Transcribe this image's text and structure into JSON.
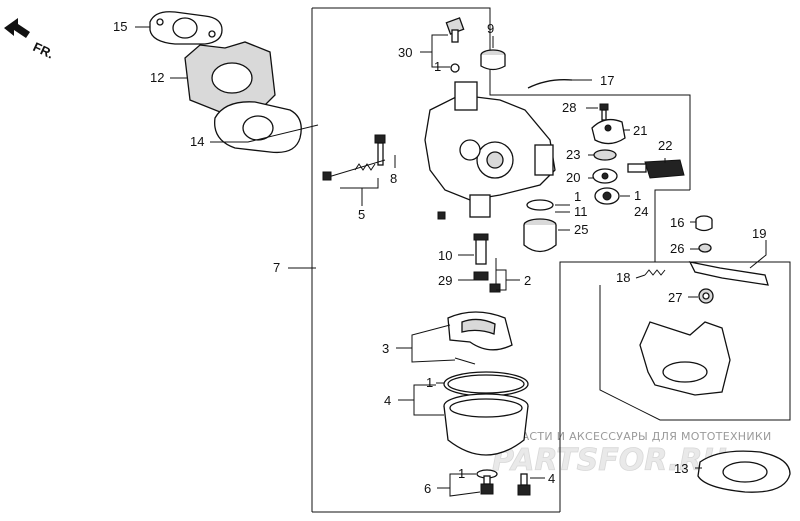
{
  "direction_label": "FR.",
  "watermark": {
    "caption": "ЗАПЧАСТИ И АКСЕССУАРЫ ДЛЯ МОТОТЕХНИКИ",
    "logo": "PARTSFOR.RU"
  },
  "callouts": [
    {
      "id": "c15",
      "text": "15"
    },
    {
      "id": "c12",
      "text": "12"
    },
    {
      "id": "c14",
      "text": "14"
    },
    {
      "id": "c30",
      "text": "30"
    },
    {
      "id": "c1a",
      "text": "1"
    },
    {
      "id": "c9",
      "text": "9"
    },
    {
      "id": "c17",
      "text": "17"
    },
    {
      "id": "c28",
      "text": "28"
    },
    {
      "id": "c21",
      "text": "21"
    },
    {
      "id": "c22",
      "text": "22"
    },
    {
      "id": "c23",
      "text": "23"
    },
    {
      "id": "c20",
      "text": "20"
    },
    {
      "id": "c1b",
      "text": "1"
    },
    {
      "id": "c24",
      "text": "24"
    },
    {
      "id": "c8",
      "text": "8"
    },
    {
      "id": "c5",
      "text": "5"
    },
    {
      "id": "c1c",
      "text": "1"
    },
    {
      "id": "c11",
      "text": "11"
    },
    {
      "id": "c25",
      "text": "25"
    },
    {
      "id": "c16",
      "text": "16"
    },
    {
      "id": "c19",
      "text": "19"
    },
    {
      "id": "c26",
      "text": "26"
    },
    {
      "id": "c7",
      "text": "7"
    },
    {
      "id": "c10",
      "text": "10"
    },
    {
      "id": "c29",
      "text": "29"
    },
    {
      "id": "c2",
      "text": "2"
    },
    {
      "id": "c18",
      "text": "18"
    },
    {
      "id": "c27",
      "text": "27"
    },
    {
      "id": "c3",
      "text": "3"
    },
    {
      "id": "c1d",
      "text": "1"
    },
    {
      "id": "c4a",
      "text": "4"
    },
    {
      "id": "c13",
      "text": "13"
    },
    {
      "id": "c1e",
      "text": "1"
    },
    {
      "id": "c6",
      "text": "6"
    },
    {
      "id": "c4b",
      "text": "4"
    }
  ]
}
